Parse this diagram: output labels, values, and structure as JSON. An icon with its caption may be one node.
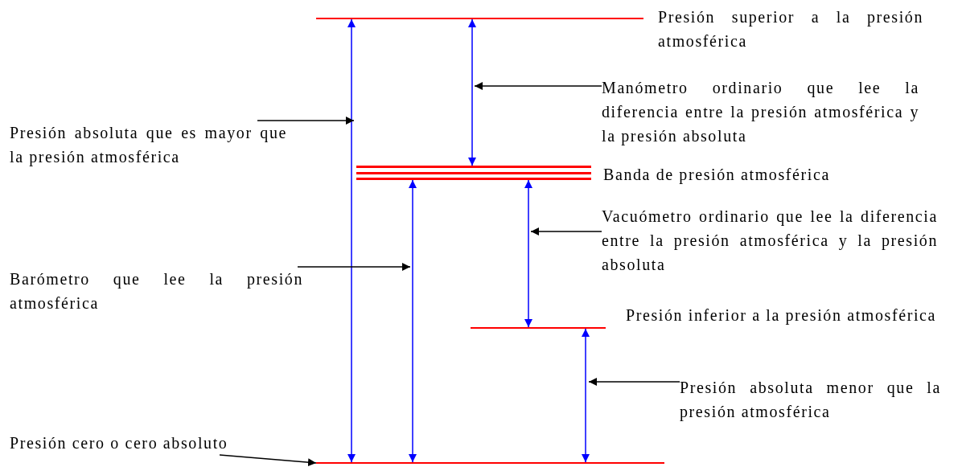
{
  "diagram": {
    "nodes": [
      {
        "text": [],
        "shape": "bar",
        "beside": [
          "Presión superior a la presión atmosférica"
        ]
      },
      {
        "text": [
          "Manómetro ordinario que lee la diferencia entre la presión atmosférica y la presión absoluta"
        ]
      },
      {
        "text": [
          "Presión absoluta que es mayor que la presión atmosférica"
        ]
      },
      {
        "text": [],
        "shape": "bar",
        "beside": [
          "Banda de presión atmosférica"
        ]
      },
      {
        "text": [
          "Vacuómetro ordinario que lee la diferencia entre la presión atmosférica y la presión absoluta"
        ]
      },
      {
        "text": [
          "Barómetro que lee la presión atmosférica"
        ]
      },
      {
        "text": [],
        "shape": "bar",
        "beside": [
          "Presión inferior a la presión atmosférica"
        ]
      },
      {
        "text": [
          "Presión absoluta menor que la presión atmosférica"
        ]
      },
      {
        "text": [
          "Presión cero o cero absoluto"
        ]
      },
      {
        "text": [],
        "shape": "bar"
      }
    ],
    "edges": [
      {
        "from": 9,
        "to": 0,
        "arrow": "both",
        "color": "#0000ff"
      },
      {
        "from": 3,
        "to": 0,
        "arrow": "both",
        "color": "#0000ff"
      },
      {
        "from": 9,
        "to": 3,
        "arrow": "both",
        "color": "#0000ff"
      },
      {
        "from": 6,
        "to": 3,
        "arrow": "both",
        "color": "#0000ff"
      },
      {
        "from": 9,
        "to": 6,
        "arrow": "both",
        "color": "#0000ff"
      },
      {
        "from": 2,
        "to": null,
        "arrow": "to"
      },
      {
        "from": 1,
        "to": null,
        "arrow": "to"
      },
      {
        "from": 5,
        "to": null,
        "arrow": "to"
      },
      {
        "from": 4,
        "to": null,
        "arrow": "to"
      },
      {
        "from": 7,
        "to": null,
        "arrow": "to"
      },
      {
        "from": 8,
        "to": 9,
        "arrow": "to"
      }
    ]
  }
}
